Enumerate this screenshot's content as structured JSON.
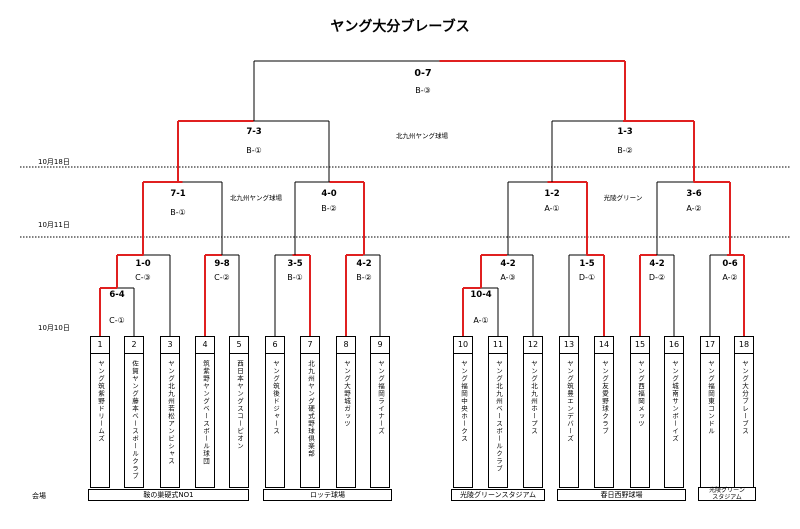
{
  "title": "ヤング大分ブレーブス",
  "dates": {
    "d18": "10月18日",
    "d11": "10月11日",
    "d10": "10月10日"
  },
  "venue_heading": "会場",
  "teams": [
    {
      "num": "1",
      "name": "ヤング筑紫野ドリームズ"
    },
    {
      "num": "2",
      "name": "佐賀ヤング藤本ベースボールクラブ"
    },
    {
      "num": "3",
      "name": "ヤング北九州若松アンビシャス"
    },
    {
      "num": "4",
      "name": "筑紫野ヤングベースボール球団"
    },
    {
      "num": "5",
      "name": "西日本ヤングスコーピオン"
    },
    {
      "num": "6",
      "name": "ヤング筑後ドジャース"
    },
    {
      "num": "7",
      "name": "北九州ヤング硬式野球倶楽部"
    },
    {
      "num": "8",
      "name": "ヤング大野城ガッツ"
    },
    {
      "num": "9",
      "name": "ヤング福岡ライナーズ"
    },
    {
      "num": "10",
      "name": "ヤング福岡中央ホークス"
    },
    {
      "num": "11",
      "name": "ヤング北九州ベースボールクラブ"
    },
    {
      "num": "12",
      "name": "ヤング北九州ホープス"
    },
    {
      "num": "13",
      "name": "ヤング筑豊エンデバーズ"
    },
    {
      "num": "14",
      "name": "ヤング友愛野球クラブ"
    },
    {
      "num": "15",
      "name": "ヤング西福岡メッツ"
    },
    {
      "num": "16",
      "name": "ヤング城南サンボーイズ"
    },
    {
      "num": "17",
      "name": "ヤング福岡東コンドル"
    },
    {
      "num": "18",
      "name": "ヤング大分ブレーブス"
    }
  ],
  "matches": [
    {
      "id": "m1",
      "score": "6-4",
      "game": "C-①"
    },
    {
      "id": "m2",
      "score": "1-0",
      "game": "C-③"
    },
    {
      "id": "m3",
      "score": "9-8",
      "game": "C-②"
    },
    {
      "id": "m4",
      "score": "3-5",
      "game": "B-①"
    },
    {
      "id": "m5",
      "score": "4-2",
      "game": "B-②"
    },
    {
      "id": "m6",
      "score": "10-4",
      "game": "A-①"
    },
    {
      "id": "m7",
      "score": "4-2",
      "game": "A-③"
    },
    {
      "id": "m8",
      "score": "1-5",
      "game": "D-①"
    },
    {
      "id": "m9",
      "score": "4-2",
      "game": "D-②"
    },
    {
      "id": "m10",
      "score": "0-6",
      "game": "A-②"
    },
    {
      "id": "m11",
      "score": "7-1",
      "game": "B-①"
    },
    {
      "id": "m12",
      "score": "4-0",
      "game": "B-②"
    },
    {
      "id": "m13",
      "score": "1-2",
      "game": "A-①"
    },
    {
      "id": "m14",
      "score": "3-6",
      "game": "A-②"
    },
    {
      "id": "m15",
      "score": "7-3",
      "game": "B-①"
    },
    {
      "id": "m16",
      "score": "1-3",
      "game": "B-②"
    },
    {
      "id": "m17",
      "score": "0-7",
      "game": "B-③"
    }
  ],
  "venue_notes": {
    "kitakyushu1": "北九州ヤング球場",
    "kitakyushu2": "北九州ヤング球場",
    "koryo": "光陵グリーン"
  },
  "venues": [
    "鞍の巣硬式NO1",
    "ロッテ球場",
    "光陵グリーンスタジアム",
    "春日西野球場",
    "光陵グリーン\nスタジアム"
  ],
  "colors": {
    "win": "#e02020",
    "line": "#000000"
  }
}
